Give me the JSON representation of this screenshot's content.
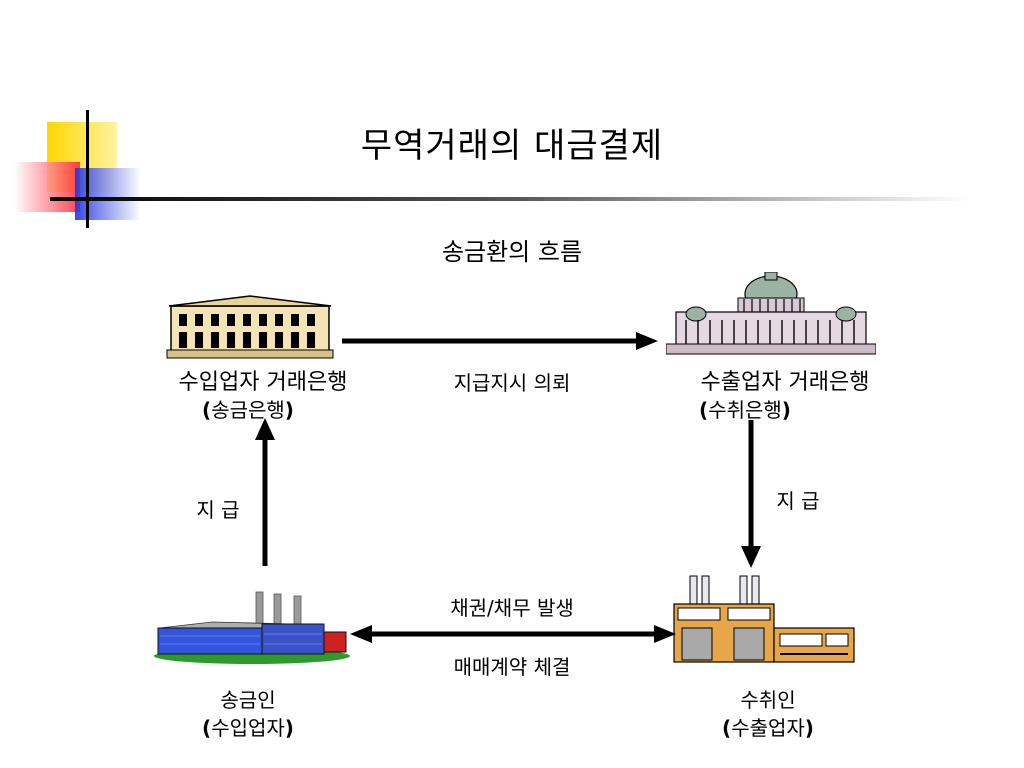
{
  "slide": {
    "title": "무역거래의 대금결제",
    "subtitle": "송금환의 흐름"
  },
  "nodes": {
    "importer_bank": {
      "name": "수입업자 거래은행",
      "role": "송금은행"
    },
    "exporter_bank": {
      "name": "수출업자 거래은행",
      "role": "수취은행"
    },
    "remitter": {
      "name": "송금인",
      "role": "수입업자"
    },
    "payee": {
      "name": "수취인",
      "role": "수출업자"
    }
  },
  "edges": {
    "payment_instruction": "지급지시 의뢰",
    "pay_left": "지 급",
    "pay_right": "지 급",
    "debt_arising": "채권/채무 발생",
    "contract": "매매계약 체결"
  },
  "colors": {
    "accent_yellow": "#FFD700",
    "accent_red": "#FF3344",
    "accent_blue": "#3344DD",
    "arrow": "#000000"
  },
  "icons": {
    "importer_bank": "bank-building-icon",
    "exporter_bank": "capitol-building-icon",
    "remitter": "factory-icon",
    "payee": "factory-icon"
  }
}
